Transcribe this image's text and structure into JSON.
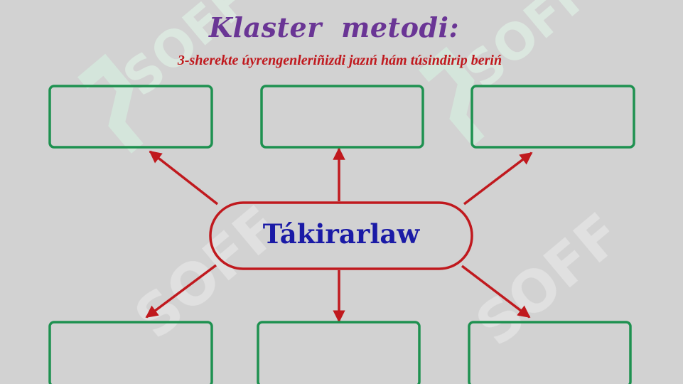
{
  "title": "Klaster  metodi:",
  "subtitle": "3-sherekte úyrengenleriñizdi jazıń hám túsindirip beriń",
  "center": {
    "label": "Tákirarlaw"
  },
  "boxes": [
    {
      "id": "top-left",
      "text": ""
    },
    {
      "id": "top-center",
      "text": ""
    },
    {
      "id": "top-right",
      "text": ""
    },
    {
      "id": "bottom-left",
      "text": ""
    },
    {
      "id": "bottom-center",
      "text": ""
    },
    {
      "id": "bottom-right",
      "text": ""
    }
  ],
  "watermark": {
    "text": "SOFF"
  },
  "colors": {
    "background": "#d2d2d2",
    "box_border": "#1e9150",
    "ellipse_border": "#c0191e",
    "arrow": "#c0191e",
    "title": "#6a3595",
    "subtitle": "#c0191e",
    "center_text": "#1a1aa6",
    "watermark": "#ffffff"
  }
}
